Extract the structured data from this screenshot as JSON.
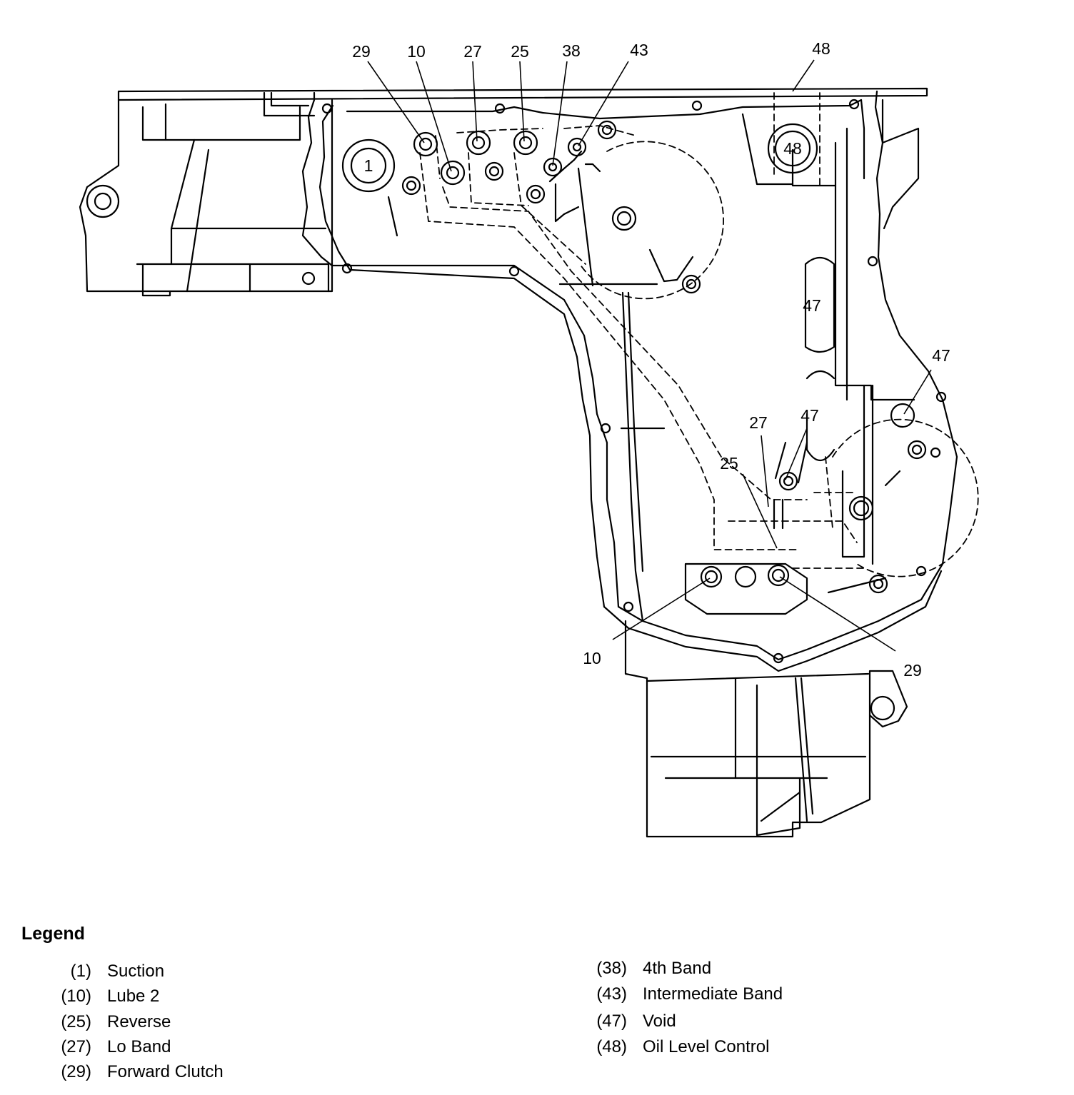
{
  "diagram": {
    "callouts": [
      "29",
      "10",
      "27",
      "25",
      "38",
      "43",
      "48",
      "47",
      "47",
      "47",
      "27",
      "25",
      "10",
      "29"
    ],
    "circle_labels": [
      "1",
      "48"
    ]
  },
  "legend": {
    "title": "Legend",
    "left": [
      {
        "num": "(1)",
        "text": "Suction"
      },
      {
        "num": "(10)",
        "text": "Lube 2"
      },
      {
        "num": "(25)",
        "text": "Reverse"
      },
      {
        "num": "(27)",
        "text": "Lo Band"
      },
      {
        "num": "(29)",
        "text": "Forward Clutch"
      }
    ],
    "right": [
      {
        "num": "(38)",
        "text": "4th  Band"
      },
      {
        "num": "(43)",
        "text": "Intermediate Band"
      },
      {
        "num": "(47)",
        "text": "Void"
      },
      {
        "num": "(48)",
        "text": "Oil Level Control"
      }
    ]
  }
}
